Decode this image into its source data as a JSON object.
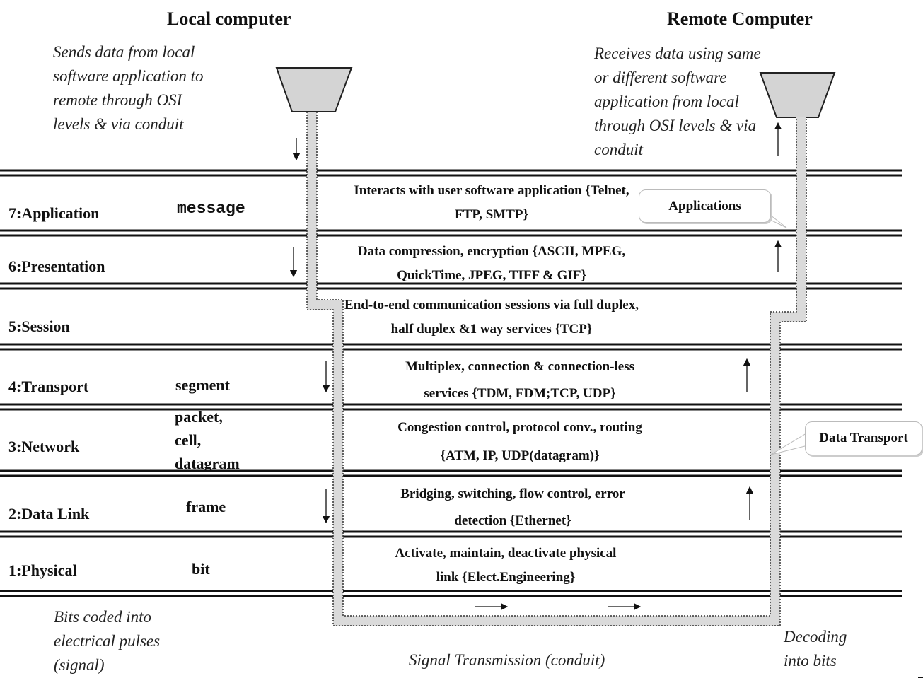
{
  "titles": {
    "local": "Local computer",
    "remote": "Remote Computer"
  },
  "notes": {
    "local_sends": "Sends data from local software application to remote through OSI levels & via conduit",
    "remote_receives": "Receives data using same or different software application from local through OSI levels & via conduit",
    "bits_coded": "Bits coded into electrical pulses (signal)",
    "signal_transmission": "Signal Transmission (conduit)",
    "decoding": "Decoding into bits"
  },
  "layers": [
    {
      "name": "7:Application",
      "unit": "message",
      "desc": "Interacts with user software application {Telnet, FTP, SMTP}"
    },
    {
      "name": "6:Presentation",
      "unit": "",
      "desc": "Data compression, encryption {ASCII, MPEG, QuickTime, JPEG, TIFF & GIF}"
    },
    {
      "name": "5:Session",
      "unit": "",
      "desc": "End-to-end communication sessions via full duplex, half duplex &1 way services {TCP}"
    },
    {
      "name": "4:Transport",
      "unit": "segment",
      "desc": "Multiplex, connection & connection-less services {TDM, FDM;TCP, UDP}"
    },
    {
      "name": "3:Network",
      "unit": "packet, cell, datagram",
      "desc": "Congestion control, protocol conv., routing {ATM, IP, UDP(datagram)}"
    },
    {
      "name": "2:Data Link",
      "unit": "frame",
      "desc": "Bridging, switching, flow control, error detection {Ethernet}"
    },
    {
      "name": "1:Physical",
      "unit": "bit",
      "desc": "Activate, maintain, deactivate physical link {Elect.Engineering}"
    }
  ],
  "callouts": {
    "applications": "Applications",
    "data_transport": "Data Transport"
  }
}
